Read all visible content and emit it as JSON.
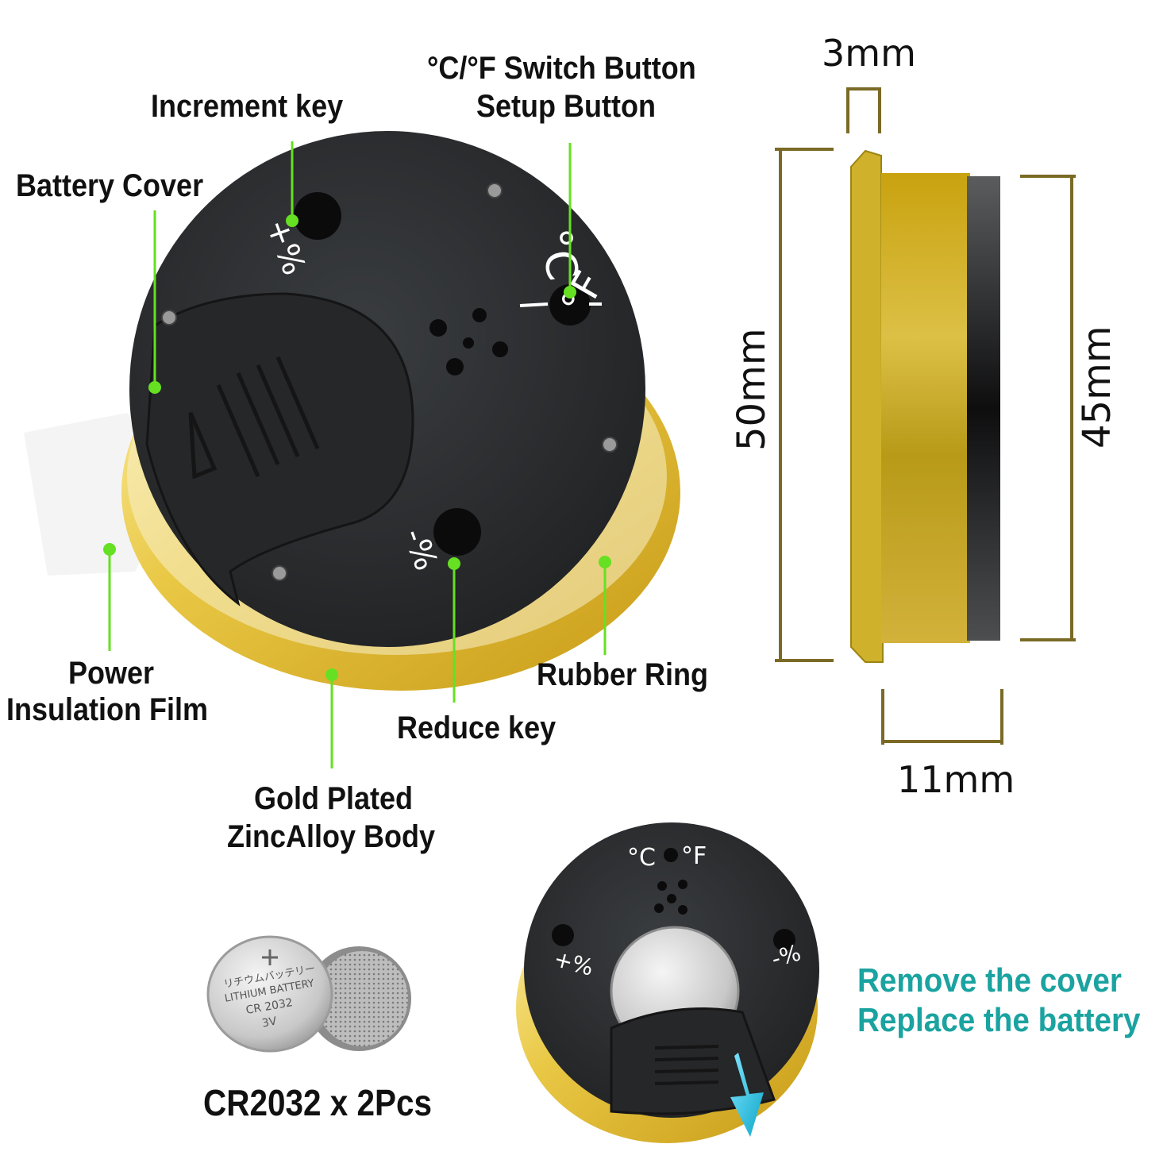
{
  "colors": {
    "callout_green": "#66e022",
    "dimension_line": "#7a6a25",
    "gold": "#d9b52a",
    "housing_black": "#2f3133",
    "teal_text": "#1aa3a0"
  },
  "callouts": {
    "increment_key": "Increment key",
    "switch_button": "°C/°F Switch Button",
    "setup_button": "Setup Button",
    "battery_cover": "Battery Cover",
    "power_film_line1": "Power",
    "power_film_line2": "Insulation Film",
    "rubber_ring": "Rubber Ring",
    "reduce_key": "Reduce key",
    "body_line1": "Gold Plated",
    "body_line2": "ZincAlloy Body"
  },
  "housing_markings": {
    "plus_percent": "+%",
    "minus_percent": "-%",
    "celsius": "°C",
    "fahrenheit": "°F"
  },
  "dimensions": {
    "bezel_thickness": "3mm",
    "total_diameter": "50mm",
    "back_diameter": "45mm",
    "depth": "11mm"
  },
  "battery": {
    "cell_markings": [
      "リチウムバッテリー",
      "LITHIUM BATTERY",
      "CR 2032",
      "3V"
    ],
    "caption": "CR2032 x 2Pcs"
  },
  "instructions": {
    "line1": "Remove the cover",
    "line2": "Replace the battery"
  }
}
